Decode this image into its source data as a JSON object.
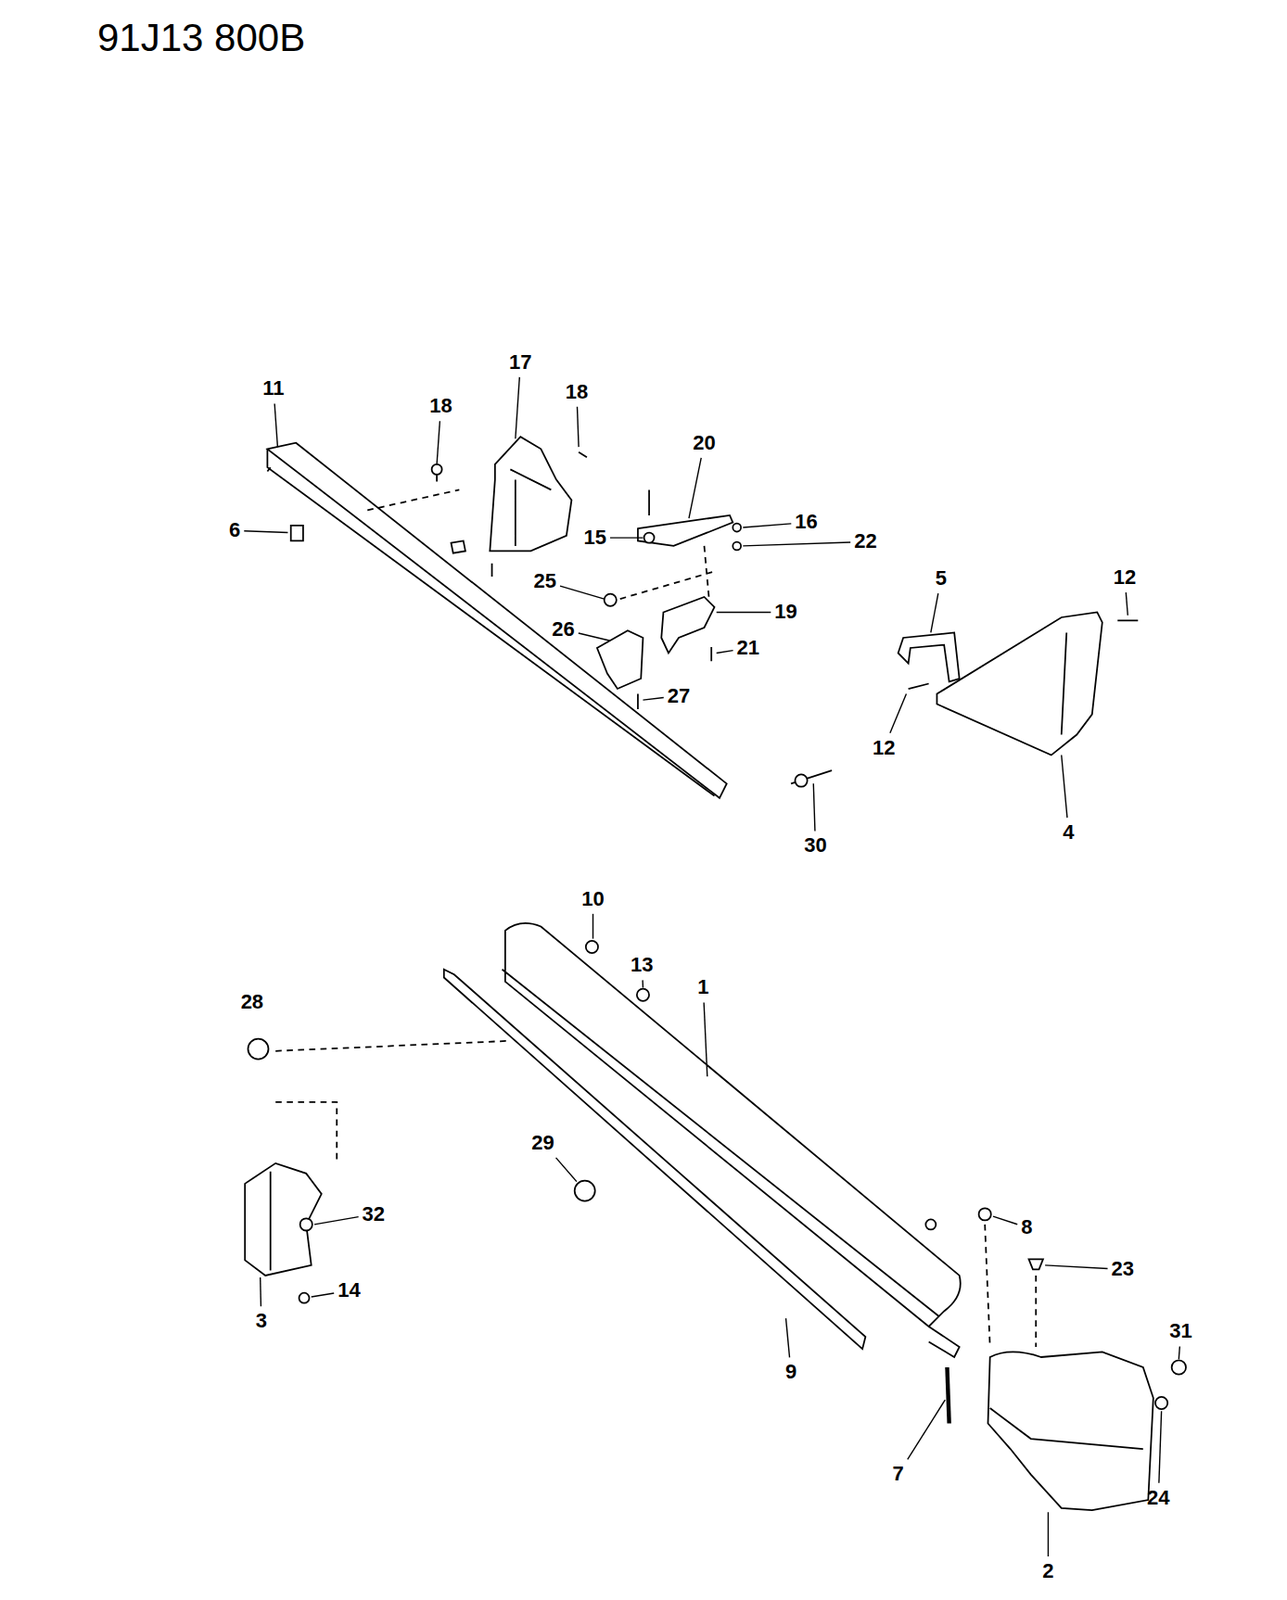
{
  "diagram": {
    "title": "91J13 800B",
    "labels": [
      "17",
      "11",
      "18",
      "18",
      "20",
      "6",
      "15",
      "16",
      "22",
      "25",
      "5",
      "12",
      "19",
      "26",
      "21",
      "27",
      "12",
      "4",
      "30",
      "10",
      "13",
      "1",
      "28",
      "29",
      "32",
      "8",
      "23",
      "14",
      "3",
      "31",
      "9",
      "24",
      "7",
      "2"
    ]
  }
}
